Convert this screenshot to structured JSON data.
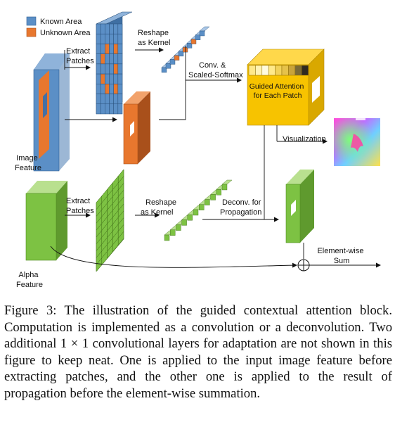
{
  "legend": {
    "known": "Known Area",
    "unknown": "Unknown Area"
  },
  "labels": {
    "extract_patches_top": [
      "Extract",
      "Patches"
    ],
    "reshape_kernel_top": [
      "Reshape",
      "as Kernel"
    ],
    "conv_softmax": [
      "Conv. &",
      "Scaled-Softmax"
    ],
    "guided_attention": [
      "Guided Attention",
      "for Each Patch"
    ],
    "visualization": "Visualization",
    "image_feature": [
      "Image",
      "Feature"
    ],
    "extract_patches_bottom": [
      "Extract",
      "Patches"
    ],
    "reshape_kernel_bottom": [
      "Reshape",
      "as Kernel"
    ],
    "deconv": [
      "Deconv. for",
      "Propagation"
    ],
    "element_sum": [
      "Element-wise",
      "Sum"
    ],
    "alpha_feature": [
      "Alpha",
      "Feature"
    ]
  },
  "colors": {
    "known": "#5b8fc6",
    "unknown": "#e8772e",
    "green": "#7dc243",
    "yellow": "#f7c300"
  },
  "caption": "Figure 3: The illustration of the guided contextual attention block. Computation is implemented as a convolution or a deconvolution. Two additional 1 × 1 convolutional layers for adaptation are not shown in this figure to keep neat. One is applied to the input image feature before extracting patches, and the other one is applied to the result of propagation before the element-wise summation."
}
